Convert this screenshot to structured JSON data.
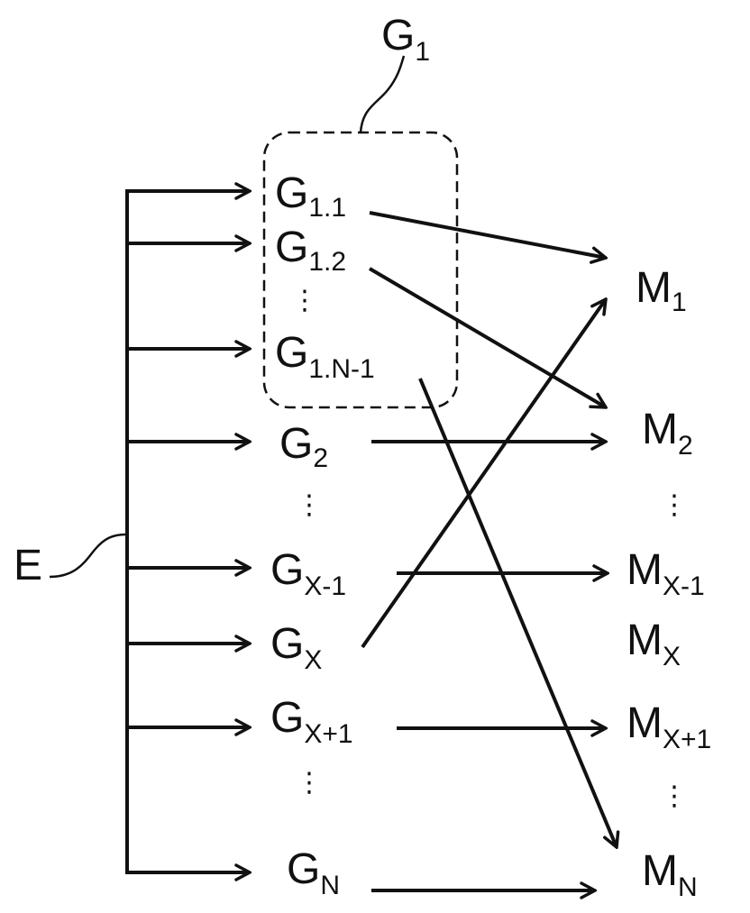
{
  "colors": {
    "ink": "#111111",
    "background": "#ffffff"
  },
  "input_label": "E",
  "group_label": {
    "main": "G",
    "sub": "1"
  },
  "sources": [
    {
      "id": "g11",
      "main": "G",
      "sub": "1.1"
    },
    {
      "id": "g12",
      "main": "G",
      "sub": "1.2"
    },
    {
      "id": "g1n1",
      "main": "G",
      "sub": "1.N-1"
    },
    {
      "id": "g2",
      "main": "G",
      "sub": "2"
    },
    {
      "id": "gx1",
      "main": "G",
      "sub": "X-1"
    },
    {
      "id": "gx",
      "main": "G",
      "sub": "X"
    },
    {
      "id": "gxp1",
      "main": "G",
      "sub": "X+1"
    },
    {
      "id": "gn",
      "main": "G",
      "sub": "N"
    }
  ],
  "targets": [
    {
      "id": "m1",
      "main": "M",
      "sub": "1"
    },
    {
      "id": "m2",
      "main": "M",
      "sub": "2"
    },
    {
      "id": "mx1",
      "main": "M",
      "sub": "X-1"
    },
    {
      "id": "mx",
      "main": "M",
      "sub": "X"
    },
    {
      "id": "mxp1",
      "main": "M",
      "sub": "X+1"
    },
    {
      "id": "mn",
      "main": "M",
      "sub": "N"
    }
  ],
  "mappings": [
    {
      "from": "g11",
      "to": "m1"
    },
    {
      "from": "g12",
      "to": "m2"
    },
    {
      "from": "g1n1",
      "to": "mn"
    },
    {
      "from": "g2",
      "to": "m2"
    },
    {
      "from": "gx1",
      "to": "mx1"
    },
    {
      "from": "gx",
      "to": "m1"
    },
    {
      "from": "gxp1",
      "to": "mxp1"
    },
    {
      "from": "gn",
      "to": "mn"
    }
  ]
}
